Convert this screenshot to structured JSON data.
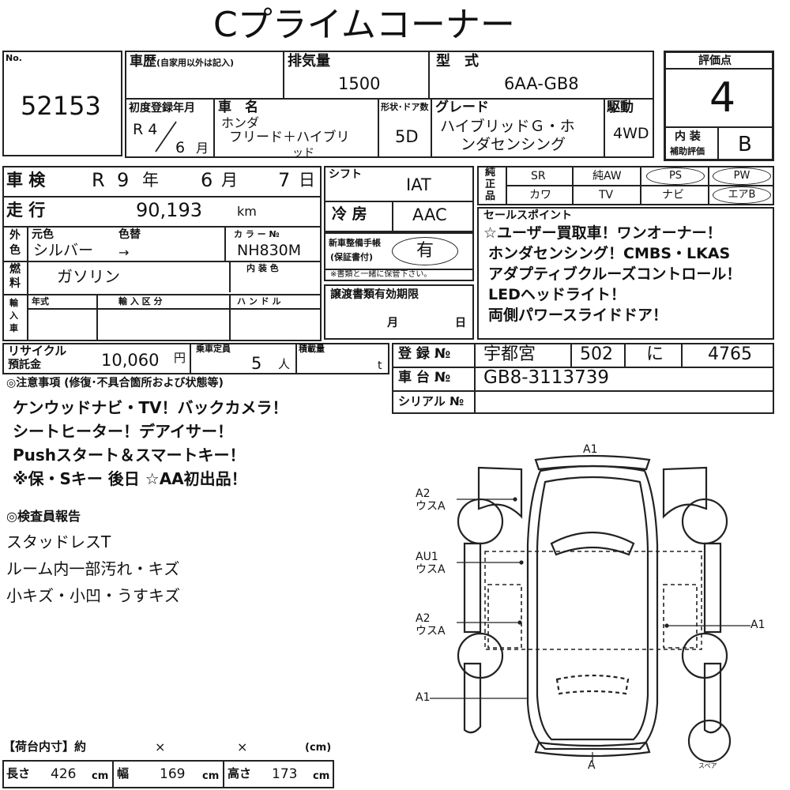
{
  "title": "Cプライムコーナー",
  "lot": {
    "label": "No.",
    "number": "52153"
  },
  "history": {
    "label": "車歴",
    "note": "(自家用以外は記入)"
  },
  "displacement": {
    "label": "排気量",
    "value": "1500"
  },
  "model_type": {
    "label": "型　式",
    "value": "6AA-GB8"
  },
  "score": {
    "label": "評価点",
    "value": "4",
    "interior_label_1": "内 装",
    "interior_label_2": "補助評価",
    "interior_value": "B"
  },
  "first_reg": {
    "label": "初度登録年月",
    "year": "R 4",
    "month": "6",
    "month_unit": "月"
  },
  "car_name": {
    "label": "車　名",
    "maker": "ホンダ",
    "name_line1": "フリード＋ハイブリ",
    "name_line2": "ッド"
  },
  "doors": {
    "label": "形状･ドア数",
    "value": "5D"
  },
  "grade": {
    "label": "グレード",
    "line1": "ハイブリッドＧ・ホ",
    "line2": "ンダセンシング"
  },
  "drive": {
    "label": "駆動",
    "value": "4WD"
  },
  "inspection": {
    "label": "車 検",
    "era": "R",
    "year": "9",
    "year_unit": "年",
    "month": "6",
    "month_unit": "月",
    "day": "7",
    "day_unit": "日"
  },
  "mileage": {
    "label": "走 行",
    "value": "90,193",
    "unit": "km"
  },
  "color": {
    "label_outer_1": "外",
    "label_outer_2": "色",
    "original_label": "元色",
    "repaint_label": "色替",
    "value": "シルバー",
    "arrow": "→",
    "code_label": "カ ラ ー №",
    "code": "NH830M",
    "interior_color_label": "内 装 色"
  },
  "fuel": {
    "label_1": "燃",
    "label_2": "料",
    "value": "ガソリン"
  },
  "import": {
    "label_1": "輸",
    "label_2": "入",
    "label_3": "車",
    "year_label": "年式",
    "type_label": "輸 入 区 分",
    "handle_label": "ハ ン ド ル"
  },
  "shift": {
    "label": "シフト",
    "value": "IAT"
  },
  "ac": {
    "label": "冷 房",
    "value": "AAC"
  },
  "service_book": {
    "label_1": "新車整備手帳",
    "label_2": "(保証書付)",
    "value": "有",
    "note": "※書類と一緒に保管下さい。"
  },
  "transfer_docs": {
    "label": "譲渡書類有効期限",
    "month": "月",
    "day": "日"
  },
  "equipment": {
    "side_label": [
      "純",
      "正",
      "品"
    ],
    "row1": [
      "SR",
      "純AW",
      "PS",
      "PW"
    ],
    "row2": [
      "カワ",
      "TV",
      "ナビ",
      "エアB"
    ]
  },
  "sales_points": {
    "label": "セールスポイント",
    "lines": [
      "☆ユーザー買取車！ワンオーナー！",
      "ホンダセンシング！CMBS・LKAS",
      "アダプティブクルーズコントロール！",
      "LEDヘッドライト！",
      "両側パワースライドドア！"
    ]
  },
  "recycle": {
    "label_1": "リサイクル",
    "label_2": "預託金",
    "value": "10,060",
    "unit": "円"
  },
  "capacity": {
    "label": "乗車定員",
    "value": "5",
    "unit": "人"
  },
  "load": {
    "label": "積載量",
    "unit": "t"
  },
  "registration": {
    "label": "登 録 №",
    "area": "宇都宮",
    "class": "502",
    "kana": "に",
    "number": "4765"
  },
  "chassis": {
    "label": "車 台 №",
    "value": "GB8-3113739"
  },
  "serial": {
    "label": "シリアル №"
  },
  "notes": {
    "heading": "◎注意事項 (修復･不具合箇所および状態等)",
    "lines": [
      "ケンウッドナビ・TV！バックカメラ！",
      "シートヒーター！デアイサー！",
      "Pushスタート＆スマートキー！",
      "※保・Sキー 後日 ☆AA初出品！"
    ]
  },
  "inspector": {
    "heading": "◎検査員報告",
    "lines": [
      "スタッドレスT",
      "ルーム内一部汚れ・キズ",
      "小キズ・小凹・うすキズ"
    ]
  },
  "diagram": {
    "marks": {
      "front": "A1",
      "front_left_1": "A2",
      "front_left_2": "ウスA",
      "mid_left_1": "AU1",
      "mid_left_2": "ウスA",
      "rear_left_1": "A2",
      "rear_left_2": "ウスA",
      "rear_right": "A1",
      "rear_bumper_left": "A1",
      "rear": "A"
    },
    "spare": "スペア"
  },
  "cargo": {
    "heading": "【荷台内寸】約",
    "times_1": "×",
    "times_2": "×",
    "unit": "(cm)",
    "length_label": "長さ",
    "length": "426",
    "width_label": "幅",
    "width": "169",
    "height_label": "高さ",
    "height": "173",
    "cm": "cm"
  }
}
